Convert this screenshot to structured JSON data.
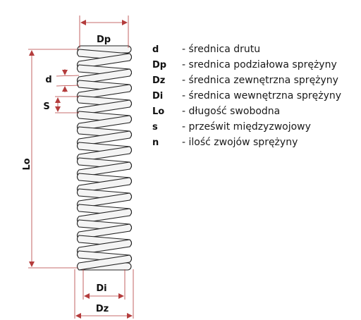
{
  "diagram": {
    "labels": {
      "pitch_diameter": "Dp",
      "wire_diameter": "d",
      "gap": "S",
      "free_length": "Lo",
      "inner_diameter": "Di",
      "outer_diameter": "Dz"
    },
    "coil_count_drawn": 14,
    "colors": {
      "line": "#222222",
      "dimension": "#b43c3c",
      "coil_fill": "#f4f4f4"
    }
  },
  "legend": [
    {
      "symbol": "d",
      "description": "- średnica drutu"
    },
    {
      "symbol": "Dp",
      "description": "- srednica podziałowa sprężyny"
    },
    {
      "symbol": "Dz",
      "description": "- średnica zewnętrzna sprężyny"
    },
    {
      "symbol": "Di",
      "description": "- średnica wewnętrzna sprężyny"
    },
    {
      "symbol": "Lo",
      "description": "- długość swobodna"
    },
    {
      "symbol": "s",
      "description": "- prześwit międzyzwojowy"
    },
    {
      "symbol": "n",
      "description": "- ilość zwojów sprężyny"
    }
  ]
}
